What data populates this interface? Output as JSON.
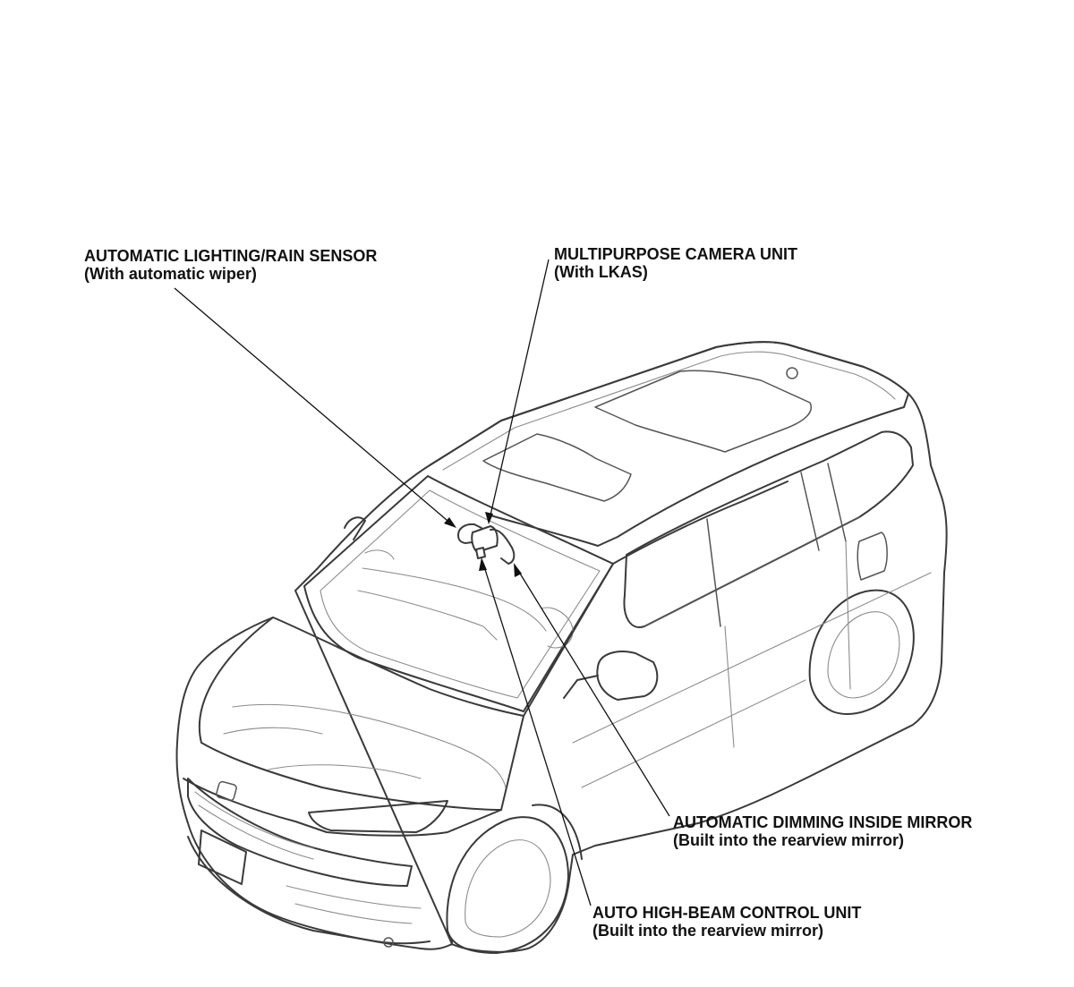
{
  "callouts": {
    "rain_sensor": {
      "line1": "AUTOMATIC LIGHTING/RAIN SENSOR",
      "line2": "(With automatic wiper)"
    },
    "camera": {
      "line1": "MULTIPURPOSE CAMERA UNIT",
      "line2": "(With LKAS)"
    },
    "dimming_mirror": {
      "line1": "AUTOMATIC DIMMING INSIDE MIRROR",
      "line2": "(Built into the rearview mirror)"
    },
    "high_beam": {
      "line1": "AUTO HIGH-BEAM CONTROL UNIT",
      "line2": "(Built into the rearview mirror)"
    }
  },
  "colors": {
    "outline": "#3a3a3a",
    "detail": "#8c8c8c",
    "leader": "#111111",
    "background": "#ffffff"
  }
}
